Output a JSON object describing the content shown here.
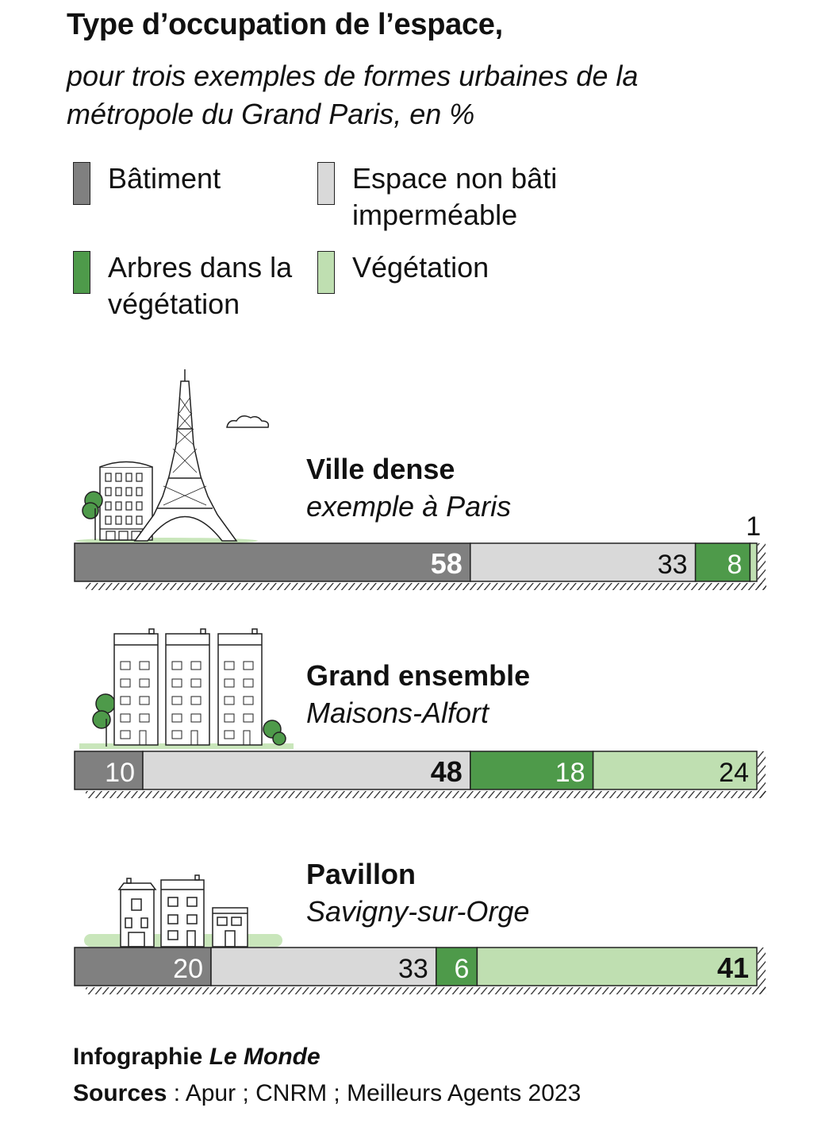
{
  "title": "Type d’occupation de l’espace,",
  "subtitle": "pour trois exemples de formes urbaines de la métropole du Grand Paris, en %",
  "legend": [
    {
      "label": "Bâtiment",
      "color": "#808080"
    },
    {
      "label": "Espace non bâti imperméable",
      "color": "#d9d9d9"
    },
    {
      "label": "Arbres dans la végétation",
      "color": "#4e9a4a"
    },
    {
      "label": "Végétation",
      "color": "#bfdfb1"
    }
  ],
  "chart_data": {
    "type": "bar",
    "stacked": true,
    "orientation": "horizontal",
    "unit": "%",
    "categories": [
      {
        "name": "Ville dense",
        "subtitle": "exemple à Paris"
      },
      {
        "name": "Grand ensemble",
        "subtitle": "Maisons-Alfort"
      },
      {
        "name": "Pavillon",
        "subtitle": "Savigny-sur-Orge"
      }
    ],
    "series": [
      {
        "name": "Bâtiment",
        "color": "#808080",
        "values": [
          58,
          10,
          20
        ]
      },
      {
        "name": "Espace non bâti imperméable",
        "color": "#d9d9d9",
        "values": [
          33,
          48,
          33
        ]
      },
      {
        "name": "Arbres dans la végétation",
        "color": "#4e9a4a",
        "values": [
          8,
          18,
          6
        ]
      },
      {
        "name": "Végétation",
        "color": "#bfdfb1",
        "values": [
          1,
          24,
          41
        ]
      }
    ],
    "bold_label": [
      0,
      1,
      3
    ],
    "xlim": [
      0,
      100
    ]
  },
  "footer": {
    "credit_prefix": "Infographie",
    "credit_name": "Le Monde",
    "sources_label": "Sources",
    "sources_text": " : Apur ; CNRM ; Meilleurs Agents 2023"
  }
}
